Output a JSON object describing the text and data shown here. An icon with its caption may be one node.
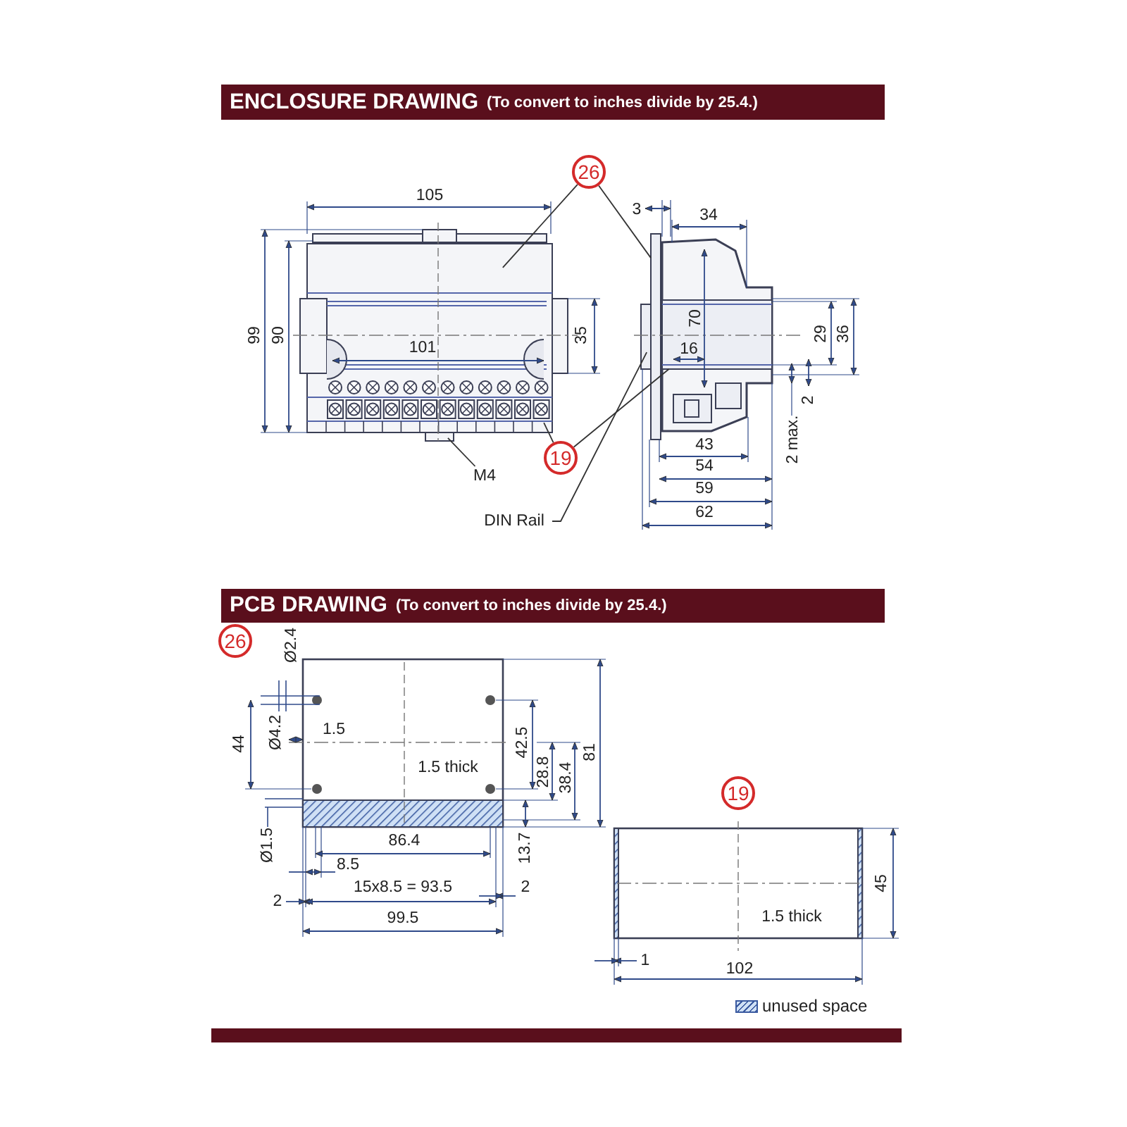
{
  "diagram": {
    "nodes": [
      {
        "text": [
          "ENCLOSURE DRAWING",
          "(To convert to inches divide by 25.4.)"
        ]
      },
      {
        "text": [
          "26"
        ]
      },
      {
        "text": [
          "19"
        ]
      },
      {
        "text": [
          "M4"
        ]
      },
      {
        "text": [
          "DIN Rail"
        ]
      },
      {
        "text": [
          "PCB DRAWING",
          "(To convert to inches divide by 25.4.)"
        ]
      },
      {
        "text": [
          "26"
        ]
      },
      {
        "text": [
          "19"
        ]
      },
      {
        "text": [],
        "shape": "picture"
      },
      {
        "text": [],
        "shape": "picture"
      },
      {
        "text": [],
        "shape": "picture"
      },
      {
        "text": [],
        "shape": "picture"
      }
    ],
    "edges": [
      {
        "from": 1,
        "to": 8,
        "arrow": "none"
      },
      {
        "from": 1,
        "to": 9,
        "arrow": "none"
      },
      {
        "from": 2,
        "to": 8,
        "arrow": "none"
      },
      {
        "from": 2,
        "to": 9,
        "arrow": "none"
      },
      {
        "from": 3,
        "to": 8,
        "arrow": "none"
      },
      {
        "from": 4,
        "to": 9,
        "arrow": "none"
      }
    ],
    "labels": [
      "105",
      "3",
      "34",
      "99",
      "90",
      "101",
      "35",
      "70",
      "29",
      "36",
      "16",
      "2",
      "2 max.",
      "43",
      "54",
      "59",
      "62",
      "Ø2.4",
      "44",
      "Ø4.2",
      "1.5",
      "1.5 thick",
      "42.5",
      "28.8",
      "38.4",
      "81",
      "Ø1.5",
      "86.4",
      "13.7",
      "8.5",
      "15x8.5 = 93.5",
      "2",
      "2",
      "99.5",
      "45",
      "1.5 thick",
      "1",
      "102"
    ],
    "legend": [
      {
        "text": "unused space"
      }
    ]
  }
}
